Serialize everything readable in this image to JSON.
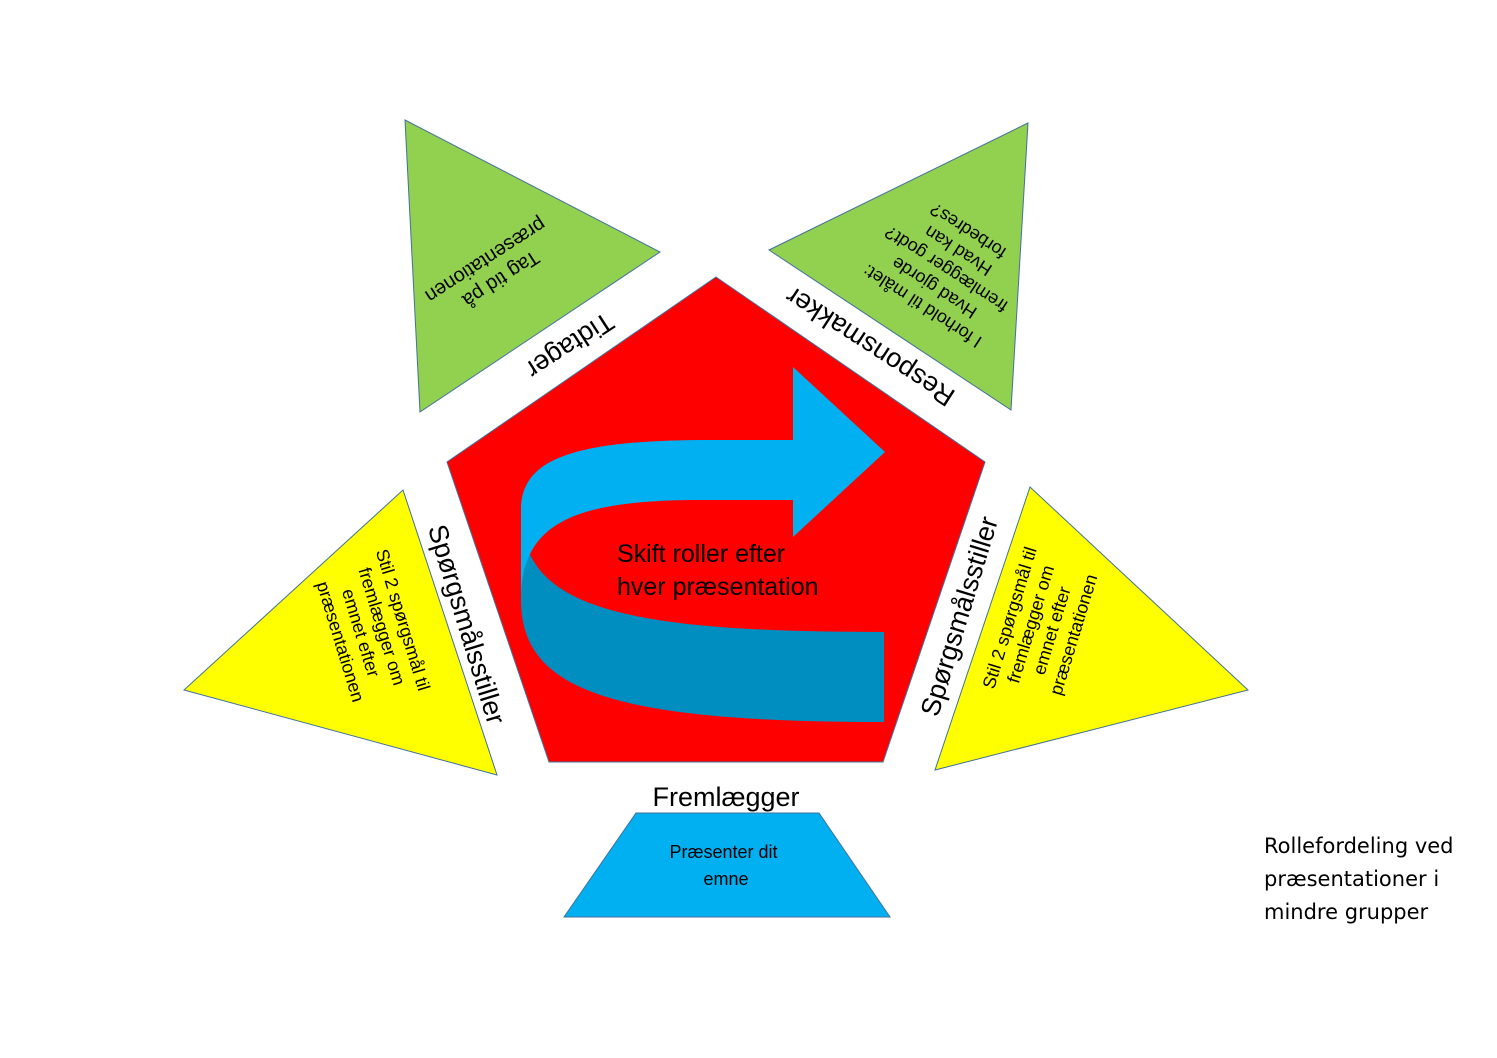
{
  "center": {
    "line1": "Skift roller efter",
    "line2": "hver præsentation"
  },
  "roles": {
    "tidtager": {
      "title": "Tidtager",
      "line1": "Tag tid på",
      "line2": "præsentationen"
    },
    "responsmakker": {
      "title": "Responsmakker",
      "line1": "I forhold til målet:",
      "line2": "Hvad gjorde",
      "line3": "fremlægger godt?",
      "line4": "Hvad kan",
      "line5": "forbedres?"
    },
    "spoergsmaal_left": {
      "title": "Spørgsmålsstiller",
      "line1": "Stil 2 spørgsmål til",
      "line2": "fremlægger om",
      "line3": "emnet efter",
      "line4": "præsentationen"
    },
    "spoergsmaal_right": {
      "title": "Spørgsmålsstiller",
      "line1": "Stil 2 spørgsmål til",
      "line2": "fremlægger om",
      "line3": "emnet efter",
      "line4": "præsentationen"
    },
    "fremlaegger": {
      "title": "Fremlægger",
      "line1": "Præsenter dit",
      "line2": "emne"
    }
  },
  "caption": {
    "line1": "Rollefordeling ved",
    "line2": "præsentationer i",
    "line3": "mindre grupper"
  },
  "colors": {
    "pentagon": "#ff0000",
    "green": "#92d050",
    "yellow": "#ffff00",
    "blue": "#00b0f0",
    "arrow_dark": "#008ec0",
    "stroke": "#41719c"
  }
}
